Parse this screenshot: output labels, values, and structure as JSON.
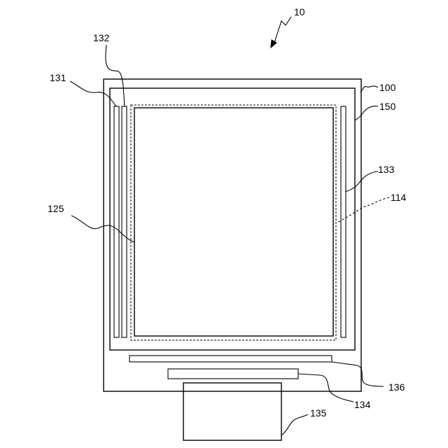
{
  "labels": {
    "device": "10",
    "substrate": "100",
    "frame": "150",
    "strip_left_outer": "131",
    "strip_left_inner": "132",
    "strip_right": "133",
    "dashed_region": "114",
    "display_area": "125",
    "bottom_bar": "136",
    "driver_chip": "134",
    "flex_board": "135"
  }
}
